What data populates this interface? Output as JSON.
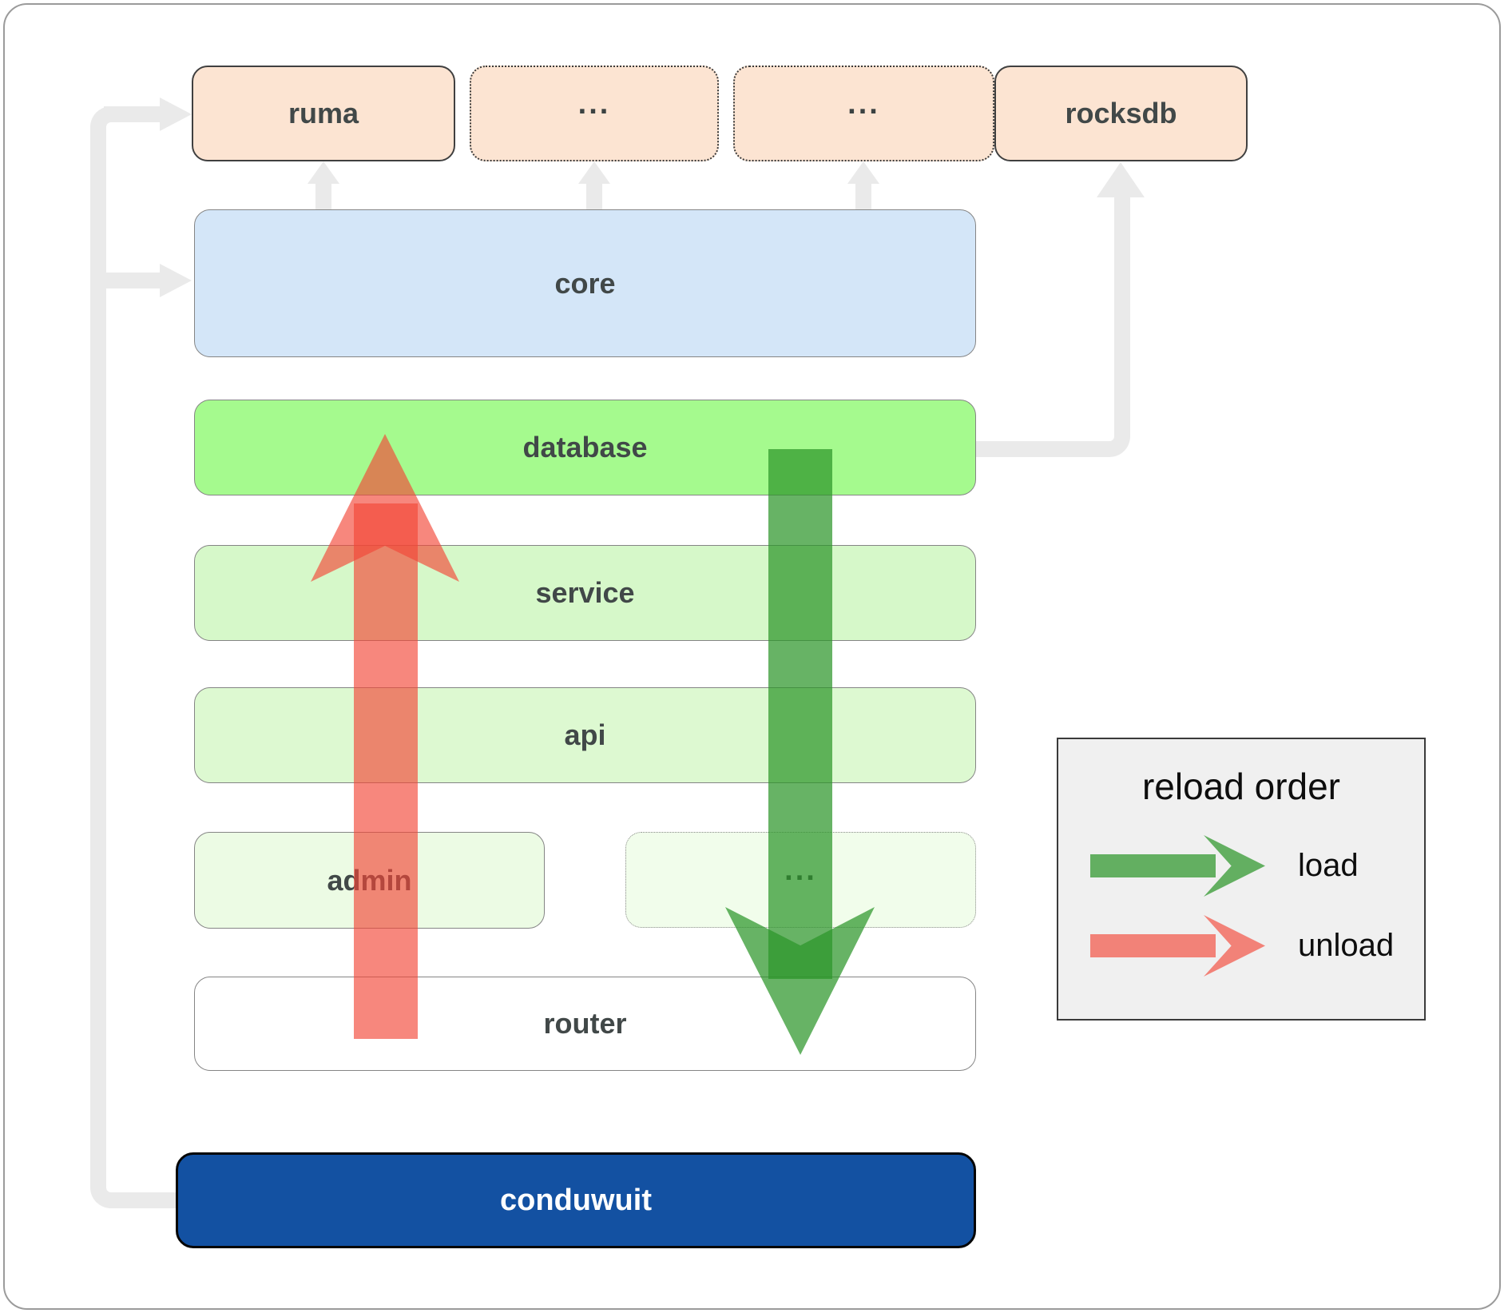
{
  "diagram": {
    "top_row": [
      {
        "label": "ruma",
        "border": "solid"
      },
      {
        "label": "...",
        "border": "dotted"
      },
      {
        "label": "...",
        "border": "dotted"
      },
      {
        "label": "rocksdb",
        "border": "solid"
      }
    ],
    "layers": {
      "core": {
        "label": "core"
      },
      "database": {
        "label": "database"
      },
      "service": {
        "label": "service"
      },
      "api": {
        "label": "api"
      },
      "admin": {
        "label": "admin"
      },
      "admin_more": {
        "label": "..."
      },
      "router": {
        "label": "router"
      }
    },
    "app": {
      "label": "conduwuit"
    }
  },
  "legend": {
    "title": "reload order",
    "items": [
      {
        "label": "load",
        "color": "green"
      },
      {
        "label": "unload",
        "color": "red"
      }
    ]
  },
  "colors": {
    "peach": "#fce4d2",
    "blue": "#d4e6f8",
    "green": "#a5fa8e",
    "green2": "#d6f8c9",
    "green3": "#ddf9d1",
    "green4": "#ecfbe4",
    "green5": "#f1fdeb",
    "brand": "#1351a2",
    "gray_line": "#eaeaea",
    "load_arrow": "rgba(44,150,42,0.72)",
    "unload_arrow": "rgba(242,70,56,0.65)"
  }
}
